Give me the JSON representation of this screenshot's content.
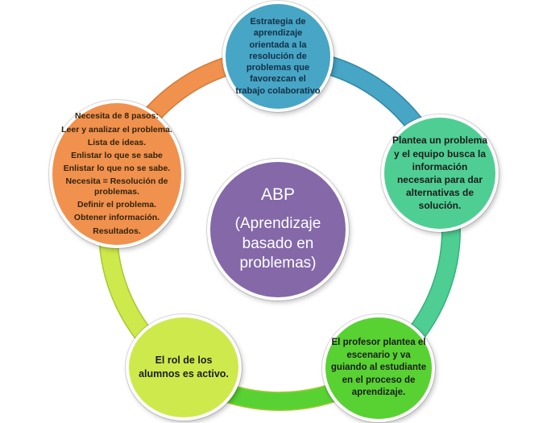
{
  "diagram": {
    "title_hint": "ABP problem-based-learning cycle diagram",
    "colors": {
      "center_purple": "#8468a8",
      "top_blue": "#47a5c5",
      "right_green": "#4fce93",
      "bottom_right_green": "#58d232",
      "bottom_left_yellow_green": "#cee94b",
      "left_orange": "#f0914e",
      "center_text": "#ffffff",
      "top_text": "#123047",
      "dark_text": "#1c1c1c",
      "orange_text": "#33230a"
    },
    "center": {
      "title": "ABP",
      "subtitle": "(Aprendizaje basado en problemas)"
    },
    "nodes": [
      {
        "id": "top",
        "text": "Estrategia de aprendizaje orientada a la resolución de problemas que favorezcan el trabajo colaborativo",
        "color": "#47a5c5"
      },
      {
        "id": "right",
        "text": "Plantea un problema  y el equipo busca la información necesaria para dar alternativas de solución.",
        "color": "#4fce93"
      },
      {
        "id": "bottom-right",
        "text": "El profesor plantea el escenario y va guiando al estudiante en el proceso de aprendizaje.",
        "color": "#58d232"
      },
      {
        "id": "bottom-left",
        "text": "El rol de los alumnos es activo.",
        "color": "#cee94b"
      },
      {
        "id": "left",
        "color": "#f0914e",
        "lines": [
          "Necesita de 8 pasos:",
          "Leer y analizar el problema.",
          "Lista de ideas.",
          "Enlistar lo que se sabe",
          "Enlistar lo que no se sabe.",
          "Necesita = Resolución de problemas.",
          "Definir el problema.",
          "Obtener información.",
          "Resultados."
        ]
      }
    ]
  }
}
